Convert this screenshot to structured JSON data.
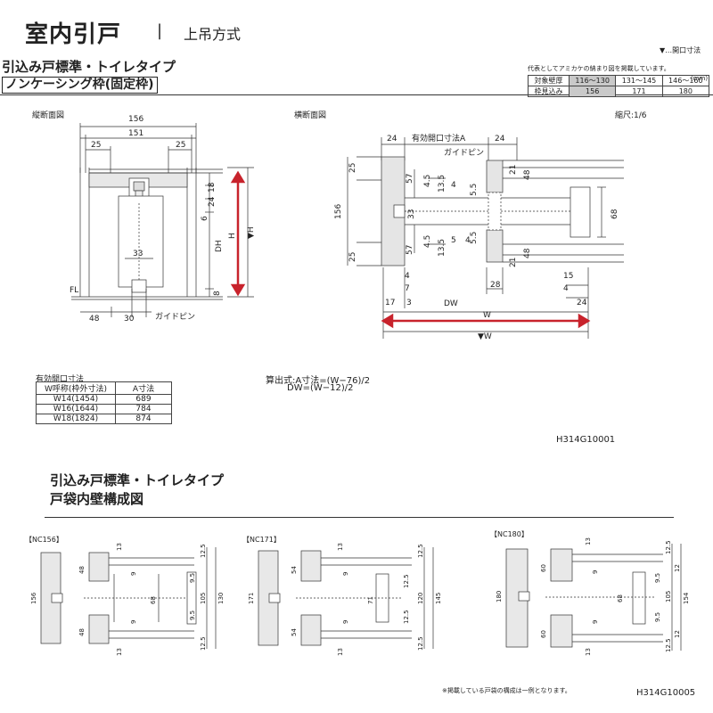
{
  "header": {
    "title": "室内引戸",
    "divider": "|",
    "method": "上吊方式",
    "opening_mark": "▼…開口寸法"
  },
  "section1": {
    "title": "引込み戸標準・トイレタイプ",
    "subtitle": "ノンケーシング枠(固定枠)"
  },
  "wall_table": {
    "note": "代表としてアミカケの納まり図を掲載しています。",
    "unit": "(mm)",
    "rows": [
      [
        "対象壁厚",
        "116〜130",
        "131〜145",
        "146〜160"
      ],
      [
        "枠見込み",
        "156",
        "171",
        "180"
      ]
    ]
  },
  "vertical_section": {
    "label": "縦断面図",
    "dims": {
      "w156": "156",
      "w151": "151",
      "d25a": "25",
      "d25b": "25",
      "d18": "18",
      "d24": "24",
      "d6": "6",
      "dh": "DH",
      "h": "H",
      "vh": "▼H",
      "d33": "33",
      "d8": "8",
      "fl": "FL",
      "d48": "48",
      "d30": "30",
      "guide": "ガイドピン"
    }
  },
  "horizontal_section": {
    "label": "横断面図",
    "scale": "縮尺:1/6",
    "dims": {
      "d24a": "24",
      "eff": "有効開口寸法A",
      "d24b": "24",
      "guide": "ガイドピン",
      "d25a": "25",
      "d57a": "57",
      "d45a": "4.5",
      "d4a": "4",
      "d135a": "13.5",
      "d21a": "21",
      "d48a": "48",
      "d156": "156",
      "d33": "33",
      "d68": "68",
      "d55a": "5.5",
      "d55b": "5.5",
      "d57b": "57",
      "d45b": "4.5",
      "d5": "5",
      "d135b": "13.5",
      "d4b": "4",
      "d21b": "21",
      "d48b": "48",
      "d25b": "25",
      "d4c": "4",
      "d7": "7",
      "d28": "28",
      "d15": "15",
      "d4d": "4",
      "d17": "17",
      "d3": "3",
      "dw": "DW",
      "d24c": "24",
      "w": "W",
      "vw": "▼W"
    }
  },
  "opening_table": {
    "title": "有効開口寸法",
    "headers": [
      "W呼称(枠外寸法)",
      "A寸法"
    ],
    "rows": [
      [
        "W14(1454)",
        "689"
      ],
      [
        "W16(1644)",
        "784"
      ],
      [
        "W18(1824)",
        "874"
      ]
    ]
  },
  "formula": {
    "line1": "算出式:A寸法=(W−76)/2",
    "line2": "DW=(W−12)/2"
  },
  "code1": "H314G10001",
  "section2": {
    "title1": "引込み戸標準・トイレタイプ",
    "title2": "戸袋内壁構成図"
  },
  "nc_diagrams": [
    {
      "label": "【NC156】",
      "width": "156",
      "left_top": "48",
      "left_bottom": "48",
      "top_left": "13",
      "bottom_left": "13",
      "nine_a": "9",
      "nine_b": "9",
      "inner": "68",
      "r95a": "9.5",
      "r95b": "9.5",
      "r105": "105",
      "r130": "130",
      "top125": "12.5",
      "top13": "13",
      "bot125": "12.5",
      "bot13": "13"
    },
    {
      "label": "【NC171】",
      "width": "171",
      "left_top": "54",
      "left_bottom": "54",
      "top_left": "13",
      "bottom_left": "13",
      "nine_a": "9",
      "nine_b": "9",
      "inner": "71",
      "r125a": "12.5",
      "r125b": "12.5",
      "r120": "120",
      "r145": "145",
      "top125": "12.5",
      "top13": "13",
      "bot125": "12.5",
      "bot13": "13"
    },
    {
      "label": "【NC180】",
      "width": "180",
      "left_top": "60",
      "left_bottom": "60",
      "top_left": "13",
      "bottom_left": "13",
      "nine_a": "9",
      "nine_b": "9",
      "inner": "68",
      "r95a": "9.5",
      "r95b": "9.5",
      "r105": "105",
      "r154": "154",
      "top12a": "12",
      "top12b": "12",
      "top125": "12.5",
      "top13": "13",
      "bot125": "12.5",
      "bot13": "13"
    }
  ],
  "footnote": "※掲載している戸袋の構成は一例となります。",
  "code2": "H314G10005"
}
